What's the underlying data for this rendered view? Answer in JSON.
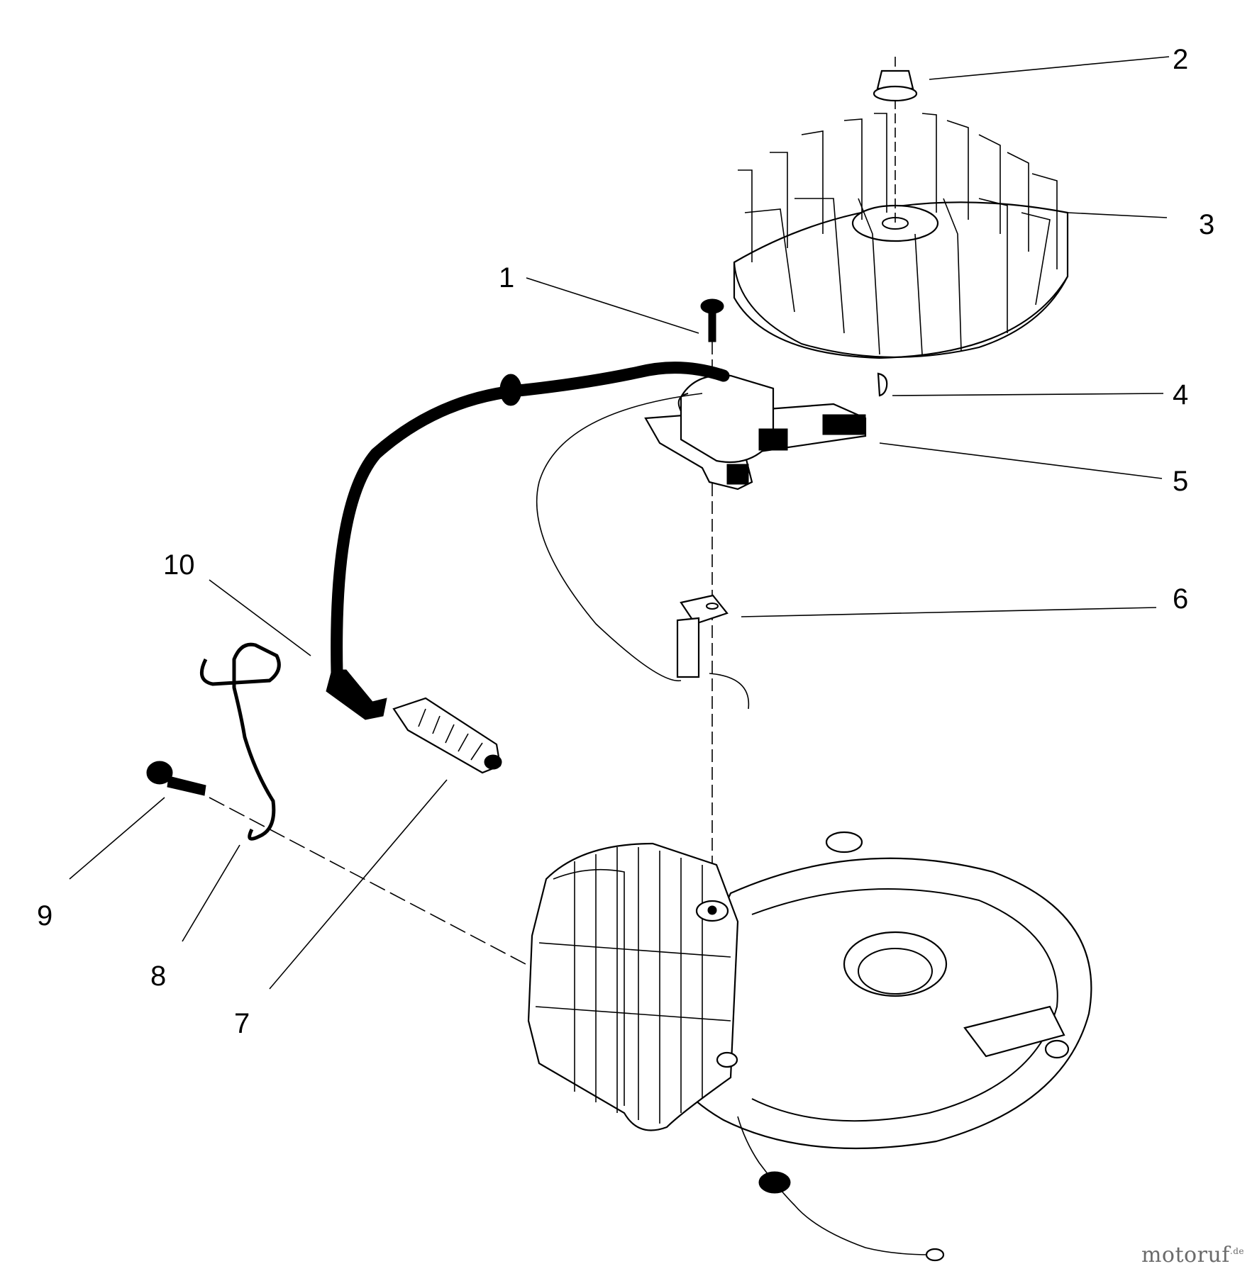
{
  "labels": {
    "p1": "1",
    "p2": "2",
    "p3": "3",
    "p4": "4",
    "p5": "5",
    "p6": "6",
    "p7": "7",
    "p8": "8",
    "p9": "9",
    "p10": "10"
  },
  "brand": {
    "name": "motoruf",
    "tld": ".de"
  },
  "colors": {
    "line": "#000000",
    "background": "#ffffff",
    "brand": "#6b6b6b"
  }
}
